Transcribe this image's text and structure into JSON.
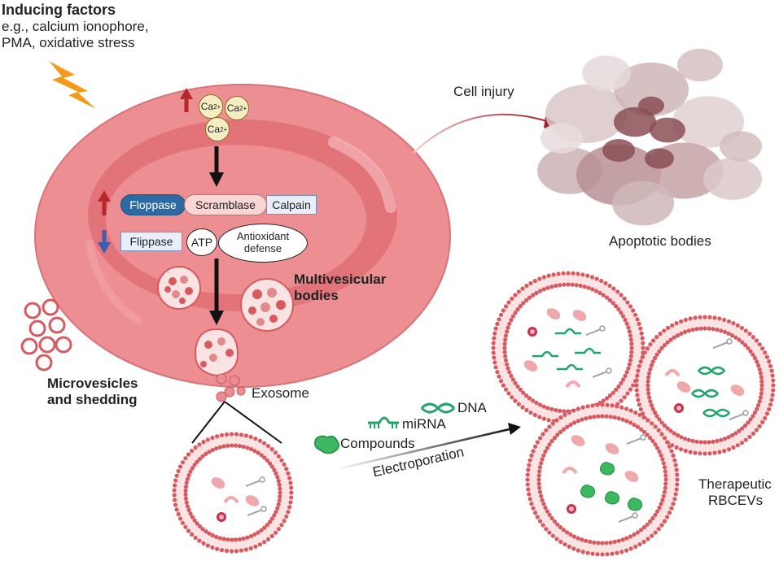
{
  "inducing": {
    "title": "Inducing factors",
    "line1": "e.g., calcium ionophore,",
    "line2": "PMA, oxidative stress"
  },
  "calcium": {
    "ion": "Ca",
    "charge": "2+"
  },
  "enzymes_up": {
    "floppase": "Floppase",
    "scramblase": "Scramblase",
    "calpain": "Calpain"
  },
  "enzymes_down": {
    "flippase": "Flippase",
    "atp": "ATP",
    "antioxidant_line1": "Antioxidant",
    "antioxidant_line2": "defense"
  },
  "labels": {
    "cell_injury": "Cell injury",
    "apoptotic_bodies": "Apoptotic bodies",
    "mvb_line1": "Multivesicular",
    "mvb_line2": "bodies",
    "microvesicles_line1": "Microvesicles",
    "microvesicles_line2": "and shedding",
    "exosome": "Exosome",
    "dna": "DNA",
    "mirna": "miRNA",
    "compounds": "Compounds",
    "electroporation": "Electroporation",
    "therapeutic_line1": "Therapeutic",
    "therapeutic_line2": "RBCEVs"
  },
  "colors": {
    "cell_outer": "#ec8e92",
    "cell_inner": "#e27479",
    "arrow_up": "#b5282b",
    "arrow_down": "#3c5db0",
    "floppase": "#2b6aa3",
    "lightning": "#f39a1c",
    "cargo_green": "#22a56a",
    "vesicle_edge": "#d65a60"
  }
}
